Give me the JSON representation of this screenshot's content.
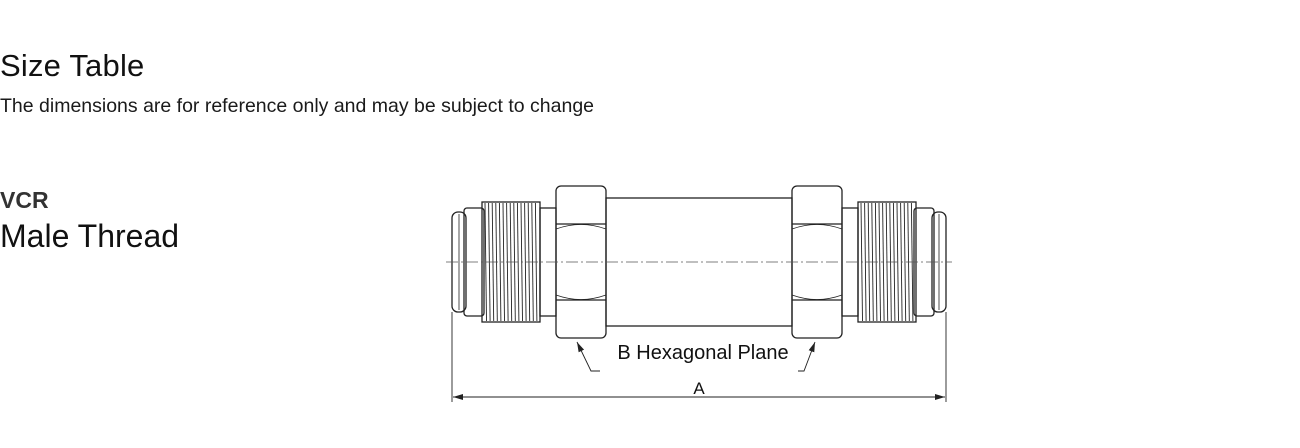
{
  "header": {
    "title": "Size Table",
    "subtitle": "The dimensions are for reference only and may be subject to change"
  },
  "product": {
    "code": "VCR",
    "name": "Male Thread"
  },
  "drawing": {
    "label_b": "B Hexagonal Plane",
    "label_a": "A"
  }
}
